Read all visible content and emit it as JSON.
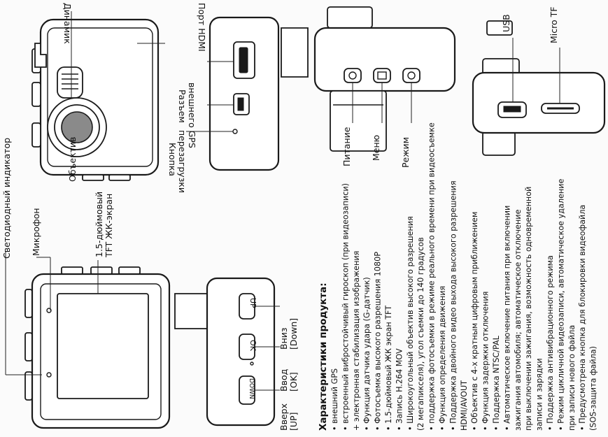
{
  "labels": {
    "led": "Светодиодный индикатор",
    "mic": "Микрофон",
    "lens": "Объектив",
    "screen": [
      "1.5-дюймовый",
      "TFT ЖК-экран"
    ],
    "speaker": "Динамик",
    "hdmi": "Порт HDMI",
    "gps_port": [
      "Разъем",
      "внешнего GPS"
    ],
    "reset": [
      "Кнопка",
      "перезагрузки"
    ],
    "up": [
      "Вверх",
      "[UP]"
    ],
    "ok": [
      "Ввод",
      "[OK]"
    ],
    "down": [
      "Вниз",
      "[Down]"
    ],
    "power": "Питание",
    "menu": "Меню",
    "mode": "Режим",
    "usb": "USB",
    "microtf": "Micro TF"
  },
  "buttons": {
    "up": "UP",
    "ok": "OK",
    "down": "DOWN"
  },
  "features": {
    "title": "Характеристики продукта:",
    "lines": [
      "• внешний GPS",
      "• встроенный вибростойчивый гироскоп (при видеозаписи)",
      "  + электронная стабилизация изображения",
      "• Функция датчика удара (G-датчик)",
      "• Фотосъемка высокого разрешения 1080P",
      "• 1.5-дюймовый ЖК экран TFT",
      "• Запись H.264 MOV",
      "• Широкоугольный объектив высокого разрешения",
      "  (2 мегапикселя), угол съемки до 140 градусов",
      "• поддержка фотосъемки в режиме реального времени при видеосъемке",
      "• Функция определения движения",
      "• Поддержка двойного видео выхода высокого разрешения",
      "  HDMI/AVOUT",
      "• Объектив с 4-х кратным цифровым приближением",
      "• Функция задержки отключения",
      "• Поддержка NTSC/PAL",
      "• Автоматическое включение питания при включении",
      "  зажигания автомобиля; автоматическое отключение",
      "  при выключении зажигания, возможность одновременной",
      "  записи и зарядки",
      "• Поддержка антивибрационного режима",
      "• Режим цикличной видеозаписи, автоматическое удаление",
      "  при записи нового файла",
      "• Предусмотрена кнопка для блокировки видеофайла",
      "  (SOS-защита файла)"
    ]
  }
}
